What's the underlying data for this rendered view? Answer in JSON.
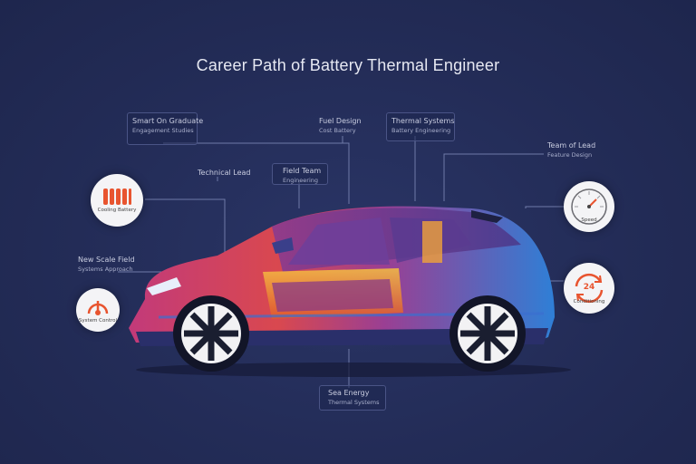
{
  "title": "Career Path of Battery Thermal Engineer",
  "labels": {
    "top_left": {
      "line1": "Smart On Graduate",
      "line2": "Engagement Studies"
    },
    "top_mid": {
      "line1": "Fuel Design",
      "line2": "Cost Battery"
    },
    "top_right": {
      "line1": "Thermal Systems",
      "line2": "Battery Engineering"
    },
    "far_right": {
      "line1": "Team of Lead",
      "line2": "Feature Design"
    },
    "mid_left": {
      "line1": "Technical Lead"
    },
    "mid_center": {
      "line1": "Field Team",
      "line2": "Engineering"
    },
    "left_side": {
      "line1": "New Scale Field",
      "line2": "Systems Approach"
    },
    "bottom": {
      "line1": "Sea Energy",
      "line2": "Thermal Systems"
    }
  },
  "badges": {
    "battery": {
      "icon": "battery-cells-icon",
      "caption": "Cooling Battery"
    },
    "thermometer": {
      "icon": "thermometer-icon",
      "caption": "System Control"
    },
    "gauge": {
      "icon": "gauge-icon",
      "caption": "Speed"
    },
    "cycle": {
      "icon": "cycle-arrows-icon",
      "caption": "Conditioning",
      "value": "24"
    }
  },
  "colors": {
    "background": "#232c57",
    "car_body_start": "#c23a7a",
    "car_body_end": "#2f7fd6",
    "accent": "#e8542f",
    "battery_glow": "#f0a23a"
  }
}
